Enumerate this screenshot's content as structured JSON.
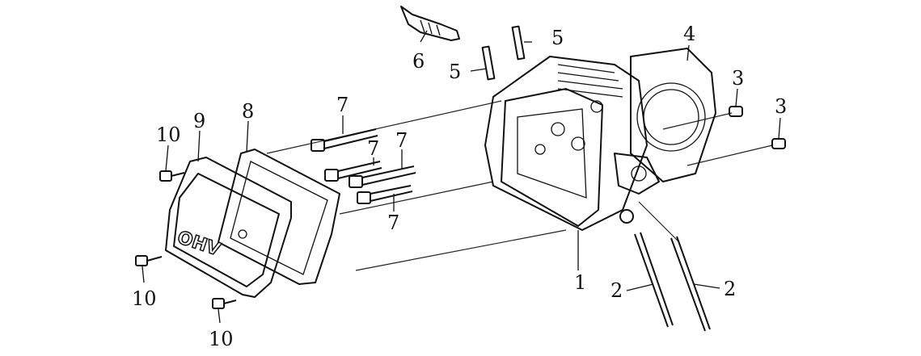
{
  "diagram": {
    "title": "Cylinder head exploded view",
    "cover_logo": "OHV",
    "callouts": {
      "cylinder_head": "1",
      "stud_bolt_a": "2",
      "stud_bolt_b": "2",
      "dowel_pin_a": "3",
      "dowel_pin_b": "3",
      "head_gasket": "4",
      "stud_a": "5",
      "stud_b": "5",
      "spark_plug": "6",
      "bolt_a": "7",
      "bolt_b": "7",
      "bolt_c": "7",
      "bolt_d": "7",
      "cover_gasket": "8",
      "valve_cover": "9",
      "cover_bolt_a": "10",
      "cover_bolt_b": "10",
      "cover_bolt_c": "10"
    }
  }
}
